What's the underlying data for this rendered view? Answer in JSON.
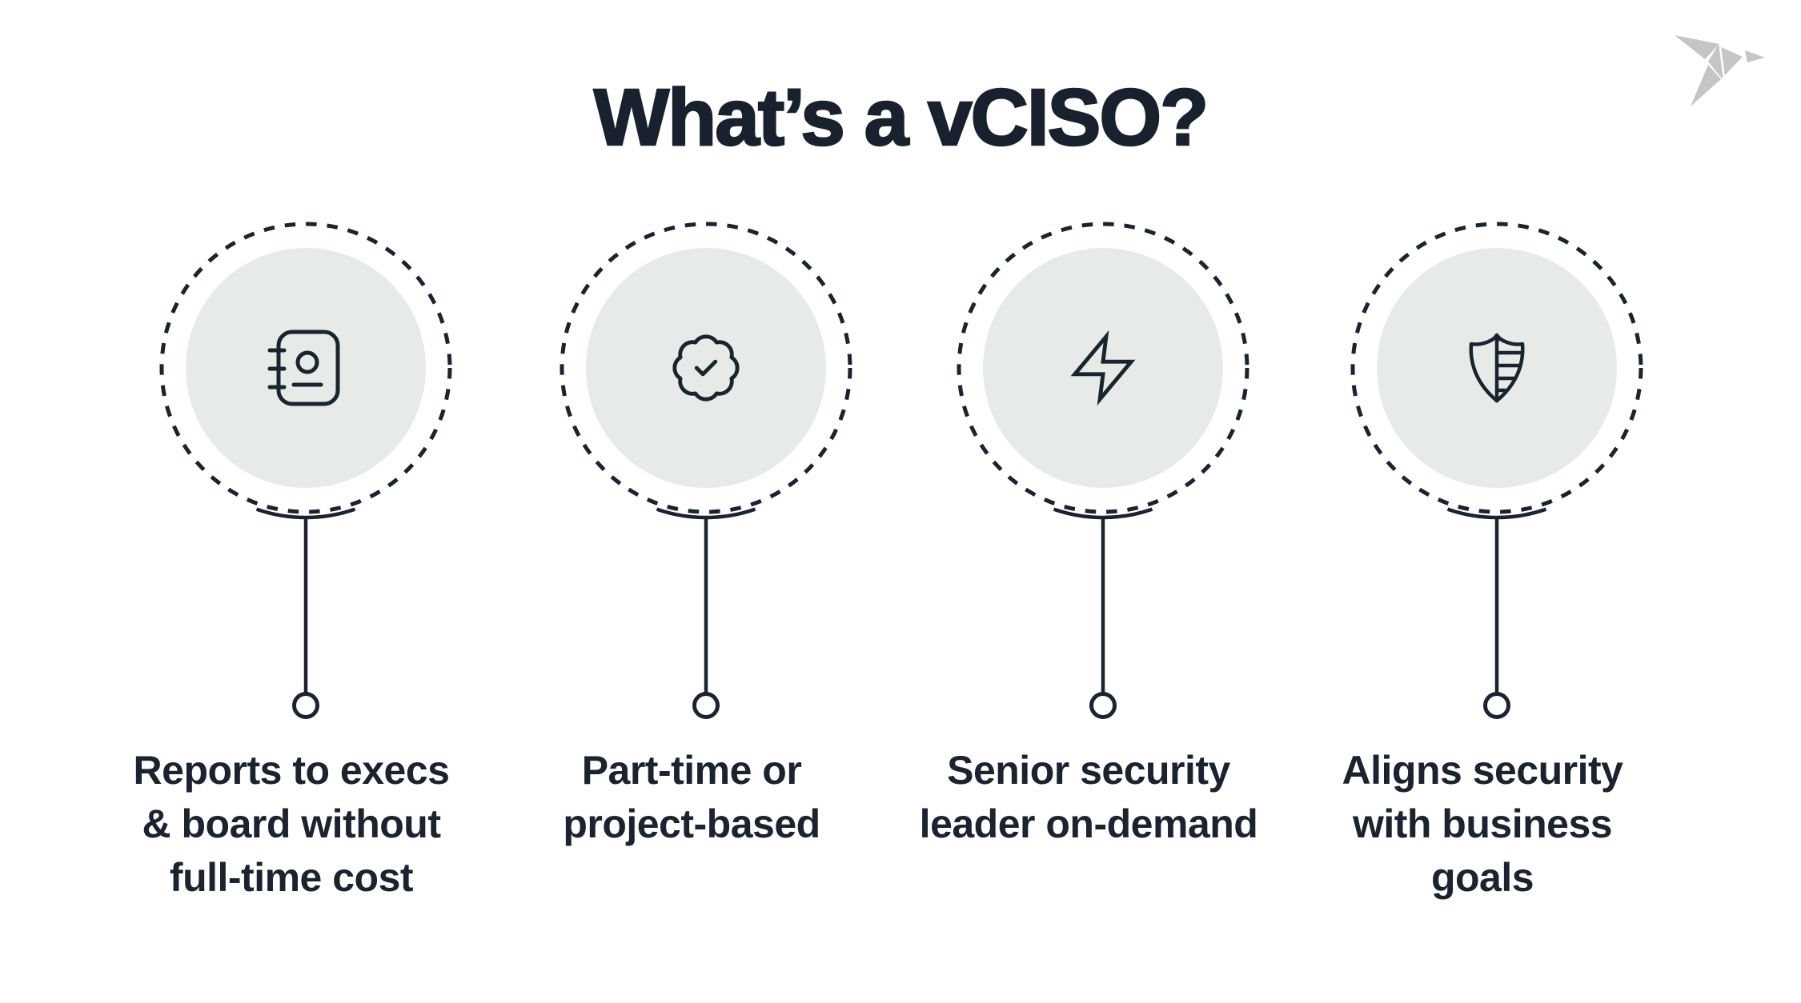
{
  "page": {
    "title": "What’s a vCISO?",
    "background_color": "#ffffff"
  },
  "brand": {
    "logo_icon": "origami-bird-logo",
    "logo_color": "#c3c5c7"
  },
  "colors": {
    "ink": "#1a232f",
    "title_ink": "#18212d",
    "circle_fill": "#e6ebe8"
  },
  "columns": [
    {
      "icon": "address-book-icon",
      "label": "Reports to execs\n& board without\nfull-time cost"
    },
    {
      "icon": "badge-check-icon",
      "label": "Part-time or\nproject-based"
    },
    {
      "icon": "lightning-bolt-icon",
      "label": "Senior security\nleader on-demand"
    },
    {
      "icon": "shield-stripes-icon",
      "label": "Aligns security\nwith business\ngoals"
    }
  ]
}
